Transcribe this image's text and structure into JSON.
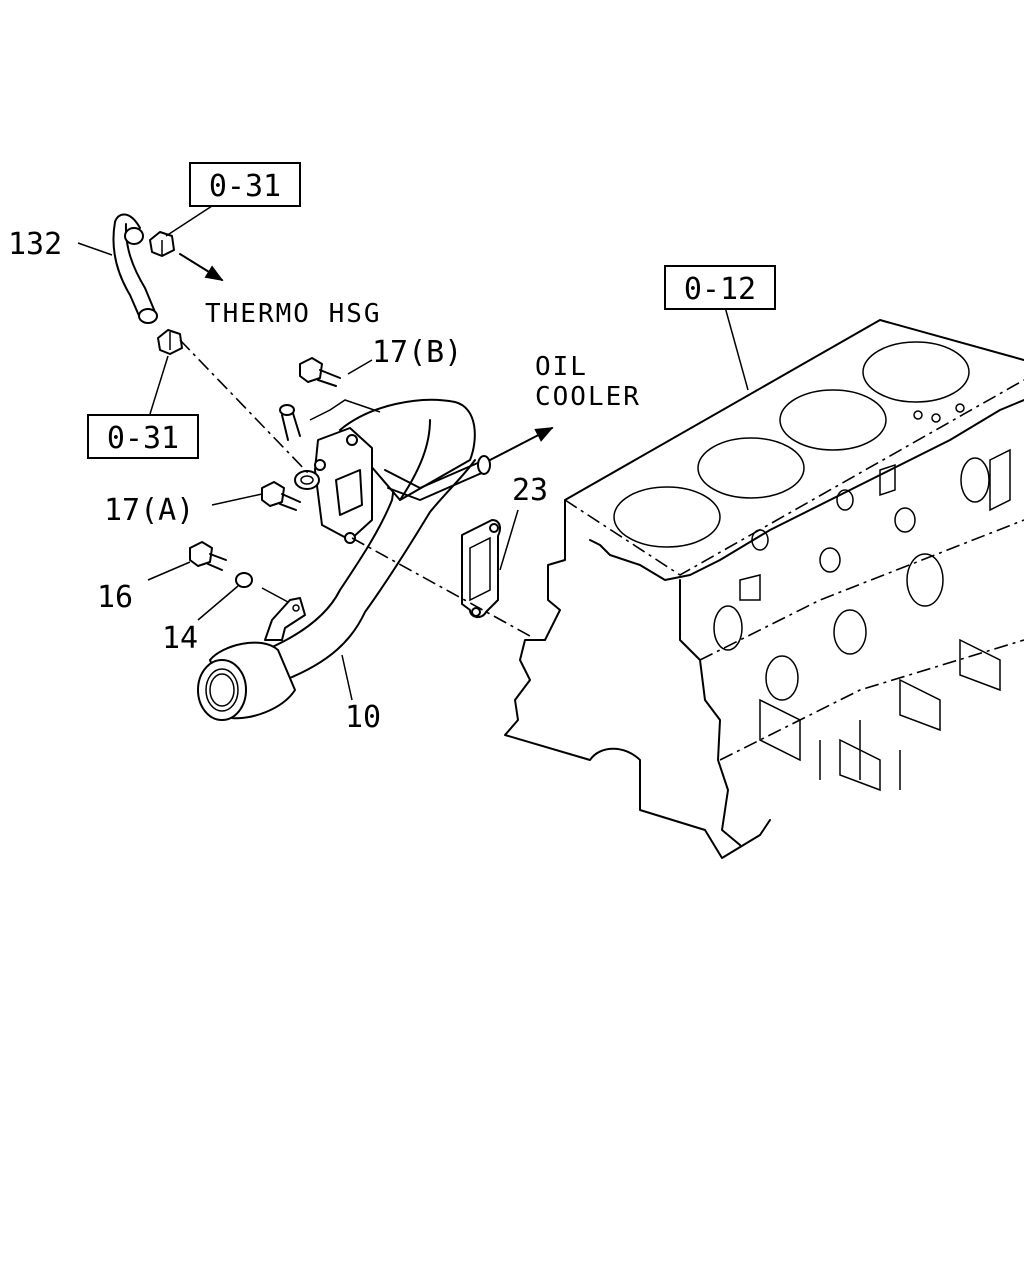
{
  "labels": {
    "ref_031_top": "0-31",
    "ref_031_left": "0-31",
    "ref_012": "0-12",
    "part_132": "132",
    "thermo_hsg": "THERMO HSG",
    "part_17b": "17(B)",
    "oil_line1": "OIL",
    "oil_line2": "COOLER",
    "part_17a": "17(A)",
    "part_23": "23",
    "part_16": "16",
    "part_14": "14",
    "part_10": "10"
  }
}
